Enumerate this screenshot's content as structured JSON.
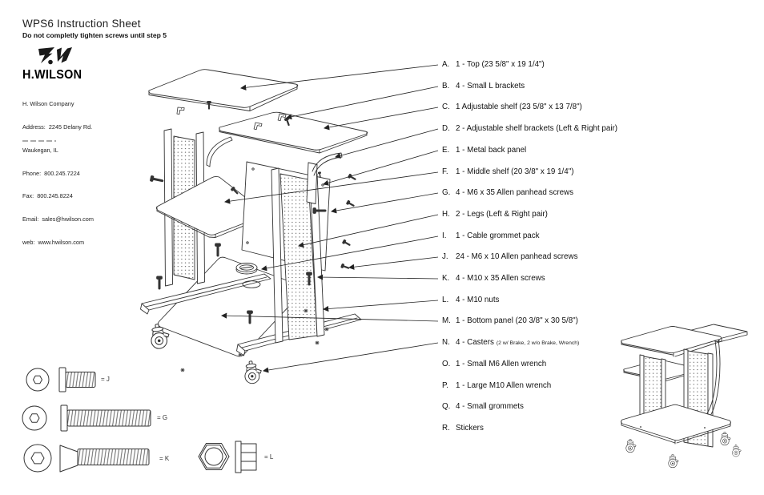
{
  "page": {
    "title": "WPS6 Instruction Sheet",
    "subtitle": "Do not completly tighten screws until step 5"
  },
  "company": {
    "logo": "H.WILSON",
    "name": "H. Wilson Company",
    "address": "Address:  2245 Delany Rd.",
    "city": "Waukegan, IL",
    "phone": "Phone:  800.245.7224",
    "fax": "Fax:  800.245.8224",
    "email": "Email:  sales@hwilson.com",
    "web": "web:  www.hwilson.com"
  },
  "parts_list": {
    "items": [
      {
        "letter": "A.",
        "text": "1 - Top (23 5/8\" x 19 1/4\")"
      },
      {
        "letter": "B.",
        "text": "4 - Small L brackets"
      },
      {
        "letter": "C.",
        "text": "1 Adjustable shelf (23 5/8\" x 13 7/8\")"
      },
      {
        "letter": "D.",
        "text": "2 - Adjustable shelf brackets (Left & Right pair)"
      },
      {
        "letter": "E.",
        "text": "1 - Metal back panel"
      },
      {
        "letter": "F.",
        "text": "1 - Middle shelf (20 3/8\" x 19 1/4\")"
      },
      {
        "letter": "G.",
        "text": "4 - M6 x 35 Allen panhead screws"
      },
      {
        "letter": "H.",
        "text": "2 - Legs (Left & Right pair)"
      },
      {
        "letter": "I.",
        "text": "1 - Cable grommet pack"
      },
      {
        "letter": "J.",
        "text": "24 - M6 x 10 Allen panhead screws"
      },
      {
        "letter": "K.",
        "text": "4 - M10 x 35 Allen screws"
      },
      {
        "letter": "L.",
        "text": "4 - M10 nuts"
      },
      {
        "letter": "M.",
        "text": "1 - Bottom panel (20 3/8\" x 30 5/8\")"
      },
      {
        "letter": "N.",
        "text": "4 - Casters",
        "note": "(2 w/ Brake, 2 w/o Brake, Wrench)"
      },
      {
        "letter": "O.",
        "text": "1 - Small M6 Allen wrench"
      },
      {
        "letter": "P.",
        "text": "1 - Large M10 Allen wrench"
      },
      {
        "letter": "Q.",
        "text": "4 - Small grommets"
      },
      {
        "letter": "R.",
        "text": "Stickers"
      }
    ]
  },
  "hardware_legend": {
    "j": "= J",
    "g": "= G",
    "k": "= K",
    "l": "= L"
  },
  "colors": {
    "ink": "#333333",
    "leader": "#222222",
    "paper": "#ffffff"
  }
}
